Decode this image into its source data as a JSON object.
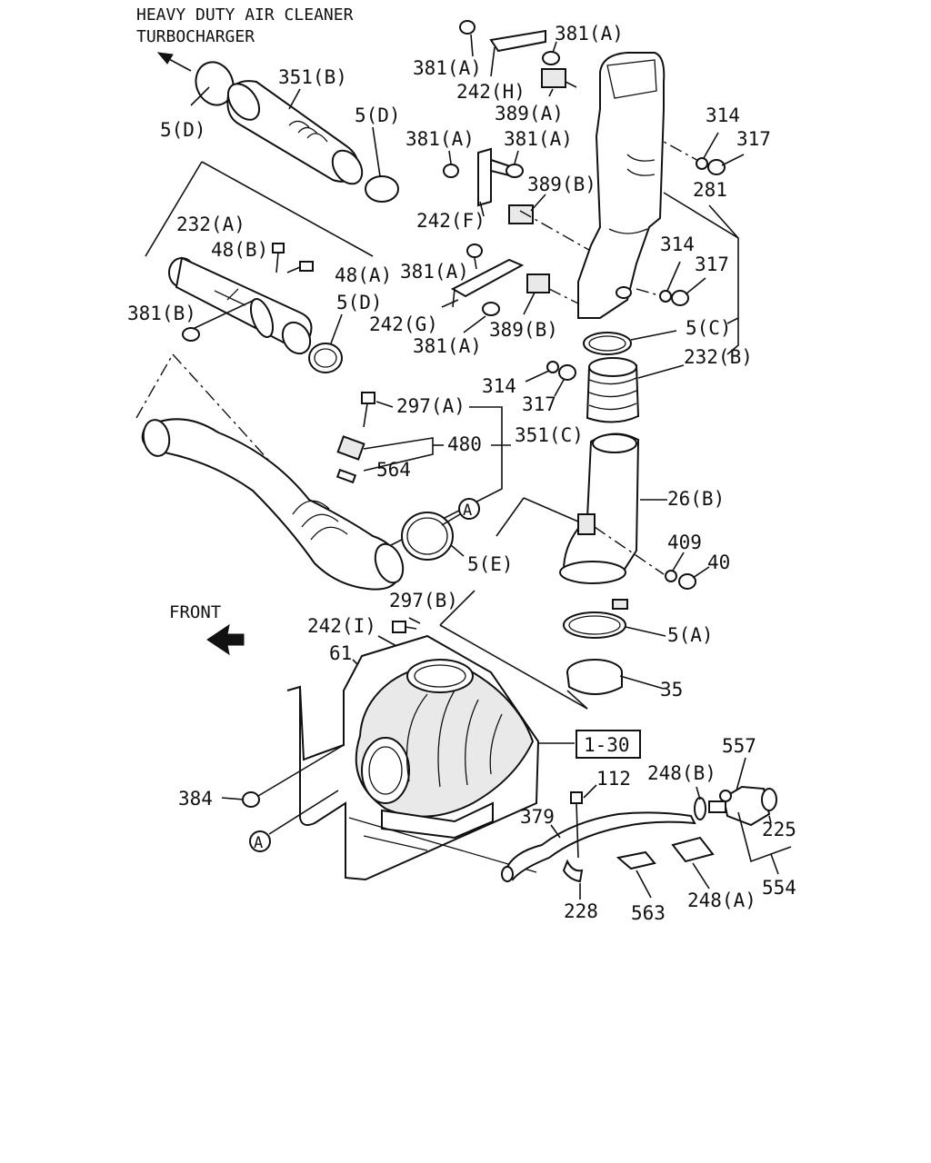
{
  "header": {
    "line1": "HEAVY DUTY AIR CLEANER",
    "line2": "TURBOCHARGER"
  },
  "front_label": "FRONT",
  "callout_a": "A",
  "ref_box": "1-30",
  "labels": {
    "p351b": "351(B)",
    "p5d_left": "5(D)",
    "p5d_right": "5(D)",
    "p232a": "232(A)",
    "p48b": "48(B)",
    "p48a": "48(A)",
    "p381b": "381(B)",
    "p5d_mid": "5(D)",
    "p381a_top1": "381(A)",
    "p381a_top2": "381(A)",
    "p242h": "242(H)",
    "p389a": "389(A)",
    "p381a_m1": "381(A)",
    "p381a_m2": "381(A)",
    "p389b_top": "389(B)",
    "p242f": "242(F)",
    "p381a_l1": "381(A)",
    "p242g": "242(G)",
    "p381a_l2": "381(A)",
    "p389b_low": "389(B)",
    "p314_top": "314",
    "p317_top": "317",
    "p281": "281",
    "p314_mid": "314",
    "p317_mid": "317",
    "p5c": "5(C)",
    "p232b": "232(B)",
    "p314_low": "314",
    "p317_low": "317",
    "p297a": "297(A)",
    "p351c": "351(C)",
    "p480": "480",
    "p564": "564",
    "p5e": "5(E)",
    "p26b": "26(B)",
    "p409": "409",
    "p40": "40",
    "p297b": "297(B)",
    "p242i": "242(I)",
    "p61": "61",
    "p5a": "5(A)",
    "p35": "35",
    "p384": "384",
    "p557": "557",
    "p112": "112",
    "p248b": "248(B)",
    "p379": "379",
    "p225": "225",
    "p554": "554",
    "p228": "228",
    "p563": "563",
    "p248a": "248(A)"
  }
}
